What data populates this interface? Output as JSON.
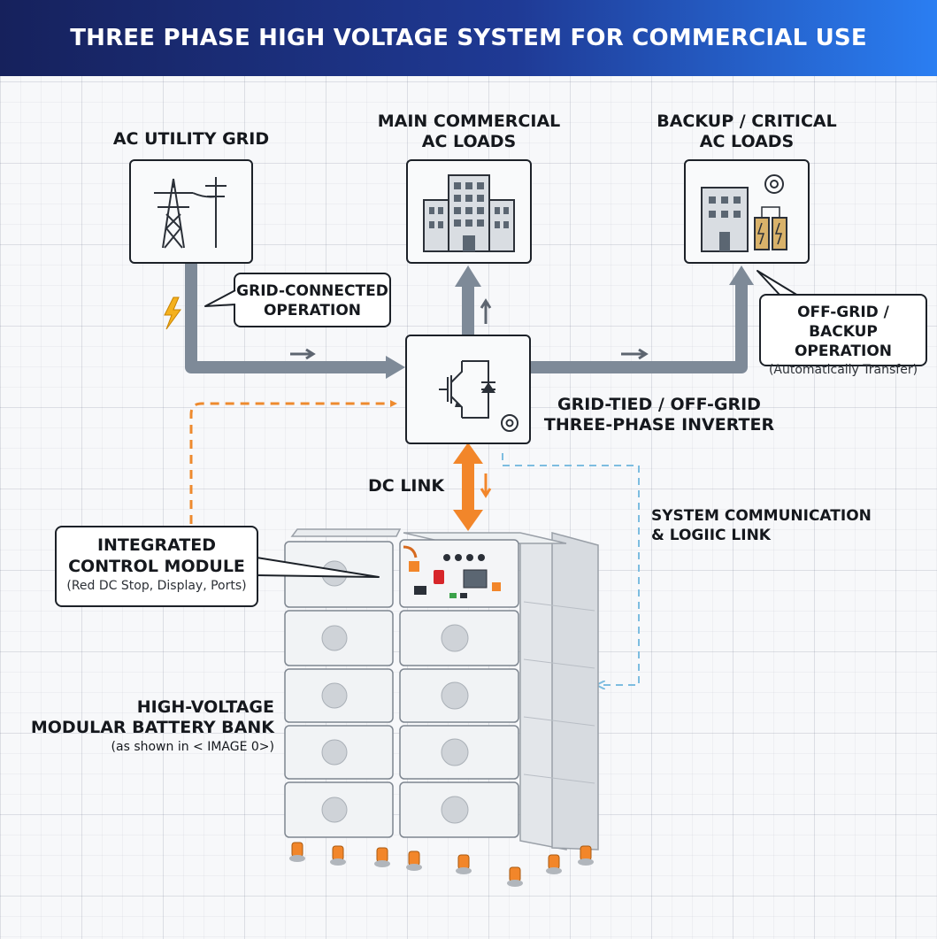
{
  "header": {
    "title": "THREE PHASE HIGH VOLTAGE SYSTEM FOR COMMERCIAL USE"
  },
  "nodes": {
    "grid": {
      "label": "AC UTILITY GRID"
    },
    "main_loads": {
      "line1": "MAIN COMMERCIAL",
      "line2": "AC LOADS"
    },
    "backup_loads": {
      "line1": "BACKUP / CRITICAL",
      "line2": "AC LOADS"
    },
    "inverter": {
      "line1": "GRID-TIED / OFF-GRID",
      "line2": "THREE-PHASE INVERTER"
    },
    "battery": {
      "line1": "HIGH-VOLTAGE",
      "line2": "MODULAR BATTERY BANK",
      "note": "(as shown in < IMAGE 0>)"
    }
  },
  "callouts": {
    "grid_connected": {
      "line1": "GRID-CONNECTED",
      "line2": "OPERATION"
    },
    "off_grid": {
      "line1": "OFF-GRID / BACKUP",
      "line2": "OPERATION",
      "note": "(Automatically Transfer)"
    },
    "control_module": {
      "line1": "INTEGRATED",
      "line2": "CONTROL MODULE",
      "note": "(Red DC Stop, Display, Ports)"
    }
  },
  "links": {
    "dc_link": "DC LINK",
    "comm_line1": "SYSTEM COMMUNICATION",
    "comm_line2": "& LOGIIC LINK"
  },
  "colors": {
    "header_start": "#16215c",
    "header_end": "#2a7ef2",
    "ac_flow": "#7e8a98",
    "dc_link": "#f2862a",
    "control_dashed": "#ee8a2e",
    "comm_dashed": "#7dbde0",
    "lightning": "#f4b11e"
  }
}
